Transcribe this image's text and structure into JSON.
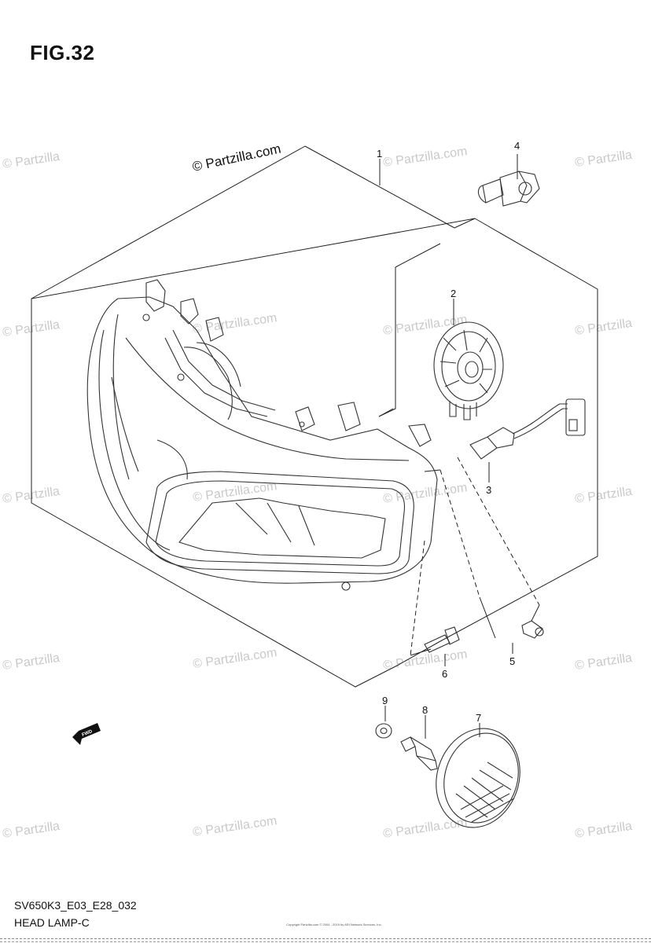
{
  "figure_title": "FIG.32",
  "watermark_main": "© Partzilla.com",
  "watermark_tile": "© Partzilla.com",
  "watermark_edge": "© Partzilla",
  "callouts": [
    "1",
    "2",
    "3",
    "4",
    "5",
    "6",
    "7",
    "8",
    "9"
  ],
  "fwd_label": "FWD",
  "model_code": "SV650K3_E03_E28_032",
  "section_name": "HEAD LAMP-C",
  "copyright_note": "Copyright Partzilla.com © 2004 - 2019 by ARI Network Services, Inc."
}
